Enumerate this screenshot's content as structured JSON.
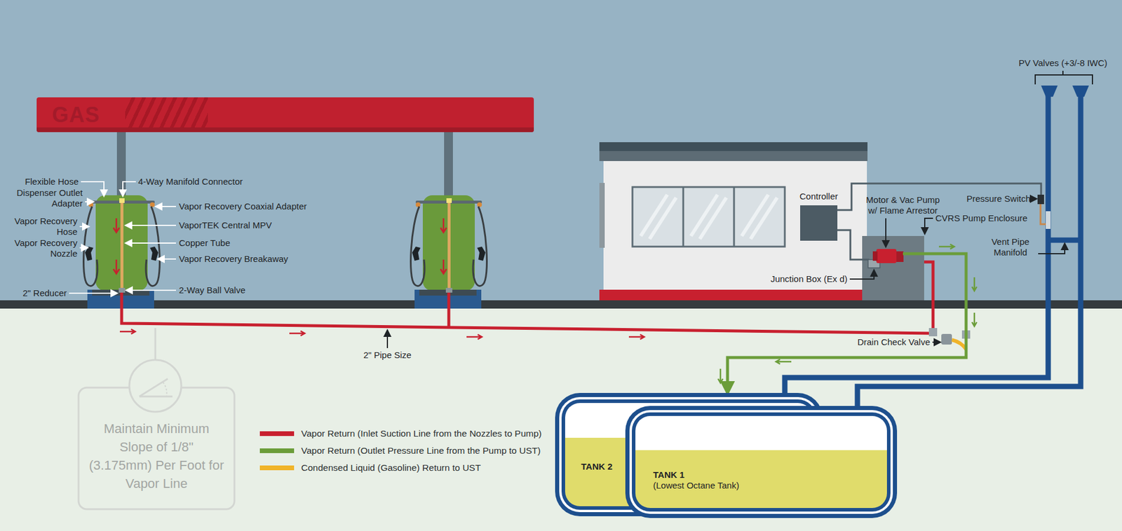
{
  "diagram": {
    "nodes": [
      {
        "text": [
          "GAS"
        ]
      },
      {
        "text": [
          "Controller"
        ]
      },
      {
        "text": [
          "CVRS Pump Enclosure"
        ]
      },
      {
        "text": [
          "TANK 2"
        ]
      },
      {
        "text": [
          "TANK 1",
          "(Lowest Octane Tank)"
        ]
      },
      {
        "text": [
          "Maintain Minimum Slope of 1/8\" (3.175mm) Per Foot for Vapor Line"
        ]
      }
    ],
    "edges": [
      {
        "from": 1,
        "to": 2,
        "arrow": "none"
      },
      {
        "from": 2,
        "to": 3,
        "arrow": "to"
      }
    ],
    "labels": [
      "Flexible Hose",
      "4-Way Manifold Connector",
      "Dispenser Outlet Adapter",
      "Vapor Recovery Coaxial Adapter",
      "Vapor Recovery Hose",
      "VaporTEK Central MPV",
      "Vapor Recovery Nozzle",
      "Copper Tube",
      "Vapor Recovery Breakaway",
      "2\" Reducer",
      "2-Way Ball Valve",
      "2\" Pipe Size",
      "Motor & Vac Pump w/ Flame Arrestor",
      "Pressure Switch",
      "Vent Pipe Manifold",
      "Junction Box (Ex d)",
      "Drain Check Valve",
      "PV Valves (+3/-8 IWC)"
    ],
    "legend": [
      {
        "text": "Vapor Return (Inlet Suction Line from the Nozzles to Pump)",
        "color": "#c8202f"
      },
      {
        "text": "Vapor Return (Outlet Pressure Line from the Pump to UST)",
        "color": "#6b9d3a"
      },
      {
        "text": "Condensed Liquid (Gasoline) Return to UST",
        "color": "#f0b429"
      }
    ]
  }
}
